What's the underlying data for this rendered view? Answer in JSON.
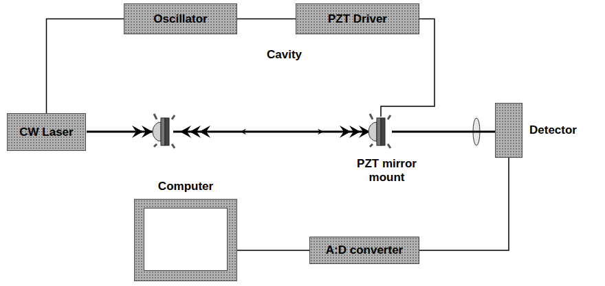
{
  "diagram": {
    "nodes": [
      {
        "text": [
          "Oscillator"
        ]
      },
      {
        "text": [
          "PZT Driver"
        ]
      },
      {
        "text": [
          "CW Laser"
        ]
      },
      {
        "text": [
          "PZT mirror mount"
        ]
      },
      {
        "text": [
          "Detector"
        ]
      },
      {
        "text": [
          "Computer"
        ]
      },
      {
        "text": [
          "A:D converter"
        ]
      }
    ],
    "edges": [
      {
        "from": 2,
        "to": 0,
        "arrow": "none"
      },
      {
        "from": 0,
        "to": 1,
        "arrow": "none"
      },
      {
        "from": 1,
        "to": 3,
        "arrow": "none"
      },
      {
        "from": 3,
        "to": 4,
        "arrow": "none"
      },
      {
        "from": 4,
        "to": 6,
        "arrow": "none"
      },
      {
        "from": 6,
        "to": 5,
        "arrow": "none"
      }
    ],
    "labels": [
      "Cavity"
    ]
  }
}
